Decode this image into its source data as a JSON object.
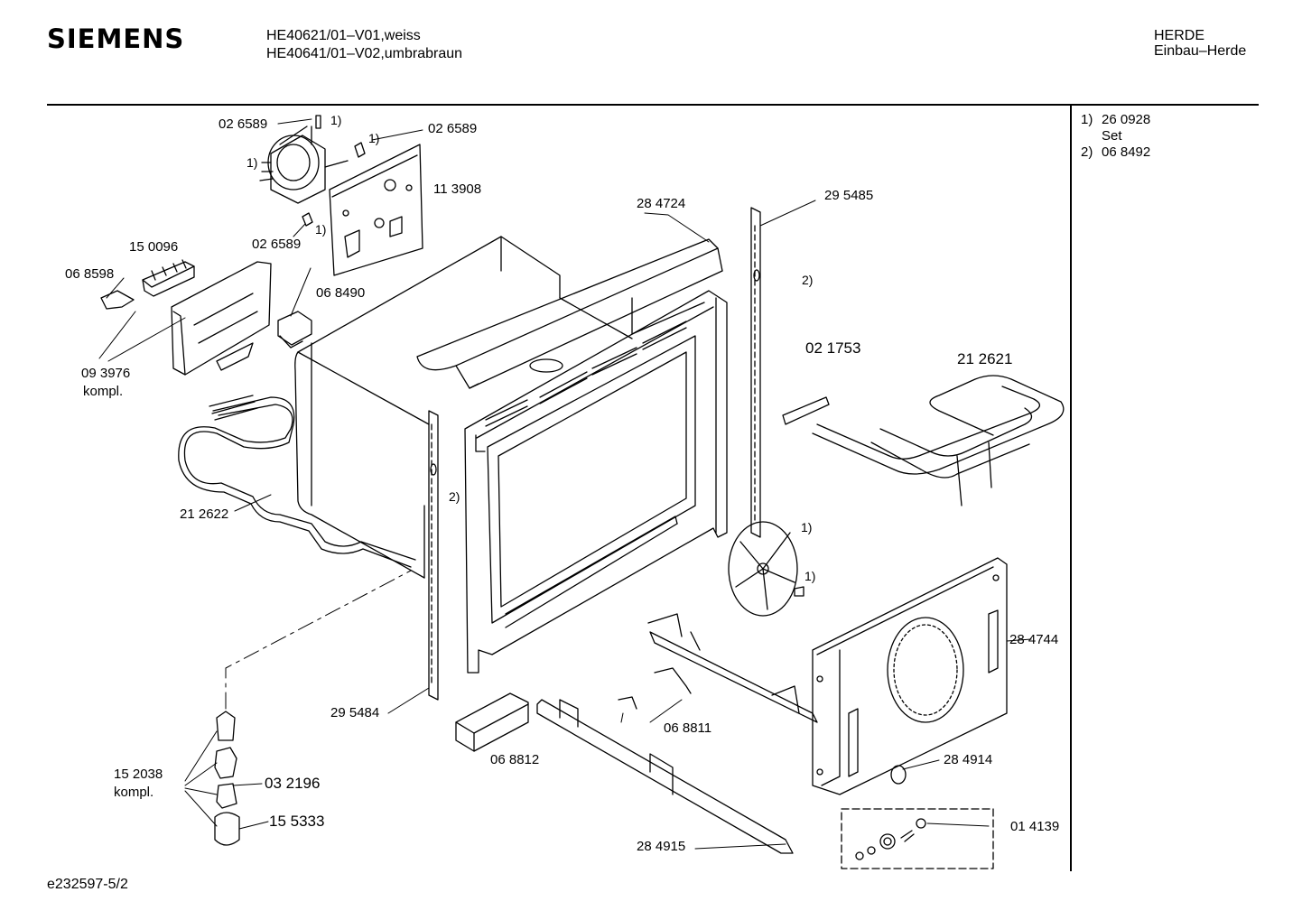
{
  "header": {
    "brand": "SIEMENS",
    "models": [
      "HE40621/01–V01,weiss",
      "HE40641/01–V02,umbrabraun"
    ],
    "category": "HERDE",
    "subcategory": "Einbau–Herde"
  },
  "notes": [
    {
      "marker": "1)",
      "text": "26 0928"
    },
    {
      "marker": "",
      "text": "Set"
    },
    {
      "marker": "2)",
      "text": "06 8492"
    }
  ],
  "part_labels": {
    "p026589a": "02 6589",
    "p026589b": "02 6589",
    "p026589c": "02 6589",
    "p113908": "11 3908",
    "p150096": "15 0096",
    "p068598": "06 8598",
    "p068490": "06 8490",
    "p093976": "09 3976",
    "p093976_sub": "kompl.",
    "p284724": "28 4724",
    "p295485": "29 5485",
    "p021753": "02 1753",
    "p212621": "21 2621",
    "p212622": "21 2622",
    "p284744": "28 4744",
    "p295484": "29 5484",
    "p068811": "06 8811",
    "p068812": "06 8812",
    "p284914": "28 4914",
    "p014139": "01 4139",
    "p284915": "28 4915",
    "p152038": "15 2038",
    "p152038_sub": "kompl.",
    "p032196": "03 2196",
    "p155333": "15 5333"
  },
  "refs": {
    "r1a": "1)",
    "r1b": "1)",
    "r1c": "1)",
    "r1d": "1)",
    "r1e": "1)",
    "r1f": "1)",
    "r2a": "2)",
    "r2b": "2)"
  },
  "footer": {
    "drawing_id": "e232597-5/2"
  }
}
